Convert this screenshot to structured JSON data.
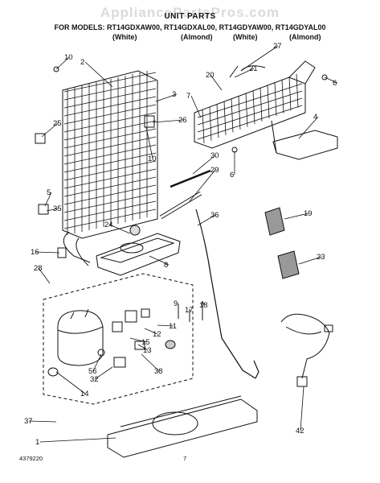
{
  "watermark": "AppliancePartsPros.com",
  "header": {
    "title": "UNIT PARTS",
    "models_line": "FOR MODELS: RT14GDXAW00, RT14GDXAL00, RT14GDYAW00, RT14GDYAL00",
    "colors": [
      "(White)",
      "(Almond)",
      "(White)",
      "(Almond)"
    ]
  },
  "callouts": [
    "10",
    "2",
    "27",
    "21",
    "20",
    "7",
    "6",
    "3",
    "4",
    "26",
    "25",
    "10",
    "30",
    "6",
    "29",
    "5",
    "35",
    "36",
    "19",
    "24",
    "16",
    "8",
    "23",
    "28",
    "9",
    "17",
    "18",
    "11",
    "12",
    "15",
    "13",
    "56",
    "38",
    "32",
    "14",
    "42",
    "37",
    "1"
  ],
  "footer": {
    "doc_number": "4379220",
    "page_number": "7"
  }
}
